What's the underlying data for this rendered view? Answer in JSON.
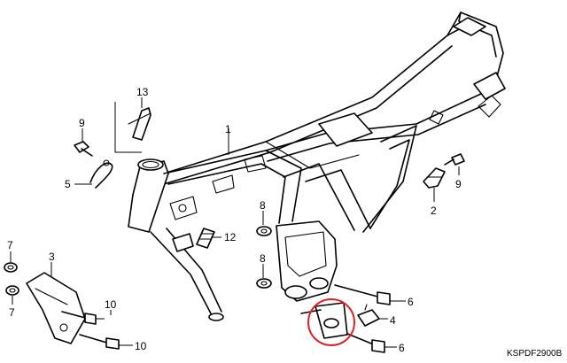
{
  "diagram": {
    "code": "KSPDF2900B",
    "callouts": {
      "c1": "1",
      "c2": "2",
      "c3": "3",
      "c4": "4",
      "c5": "5",
      "c6a": "6",
      "c6b": "6",
      "c7a": "7",
      "c7b": "7",
      "c8a": "8",
      "c8b": "8",
      "c9a": "9",
      "c9b": "9",
      "c10a": "10",
      "c10b": "10",
      "c12": "12",
      "c13": "13"
    },
    "highlight_color": "#e02020"
  }
}
